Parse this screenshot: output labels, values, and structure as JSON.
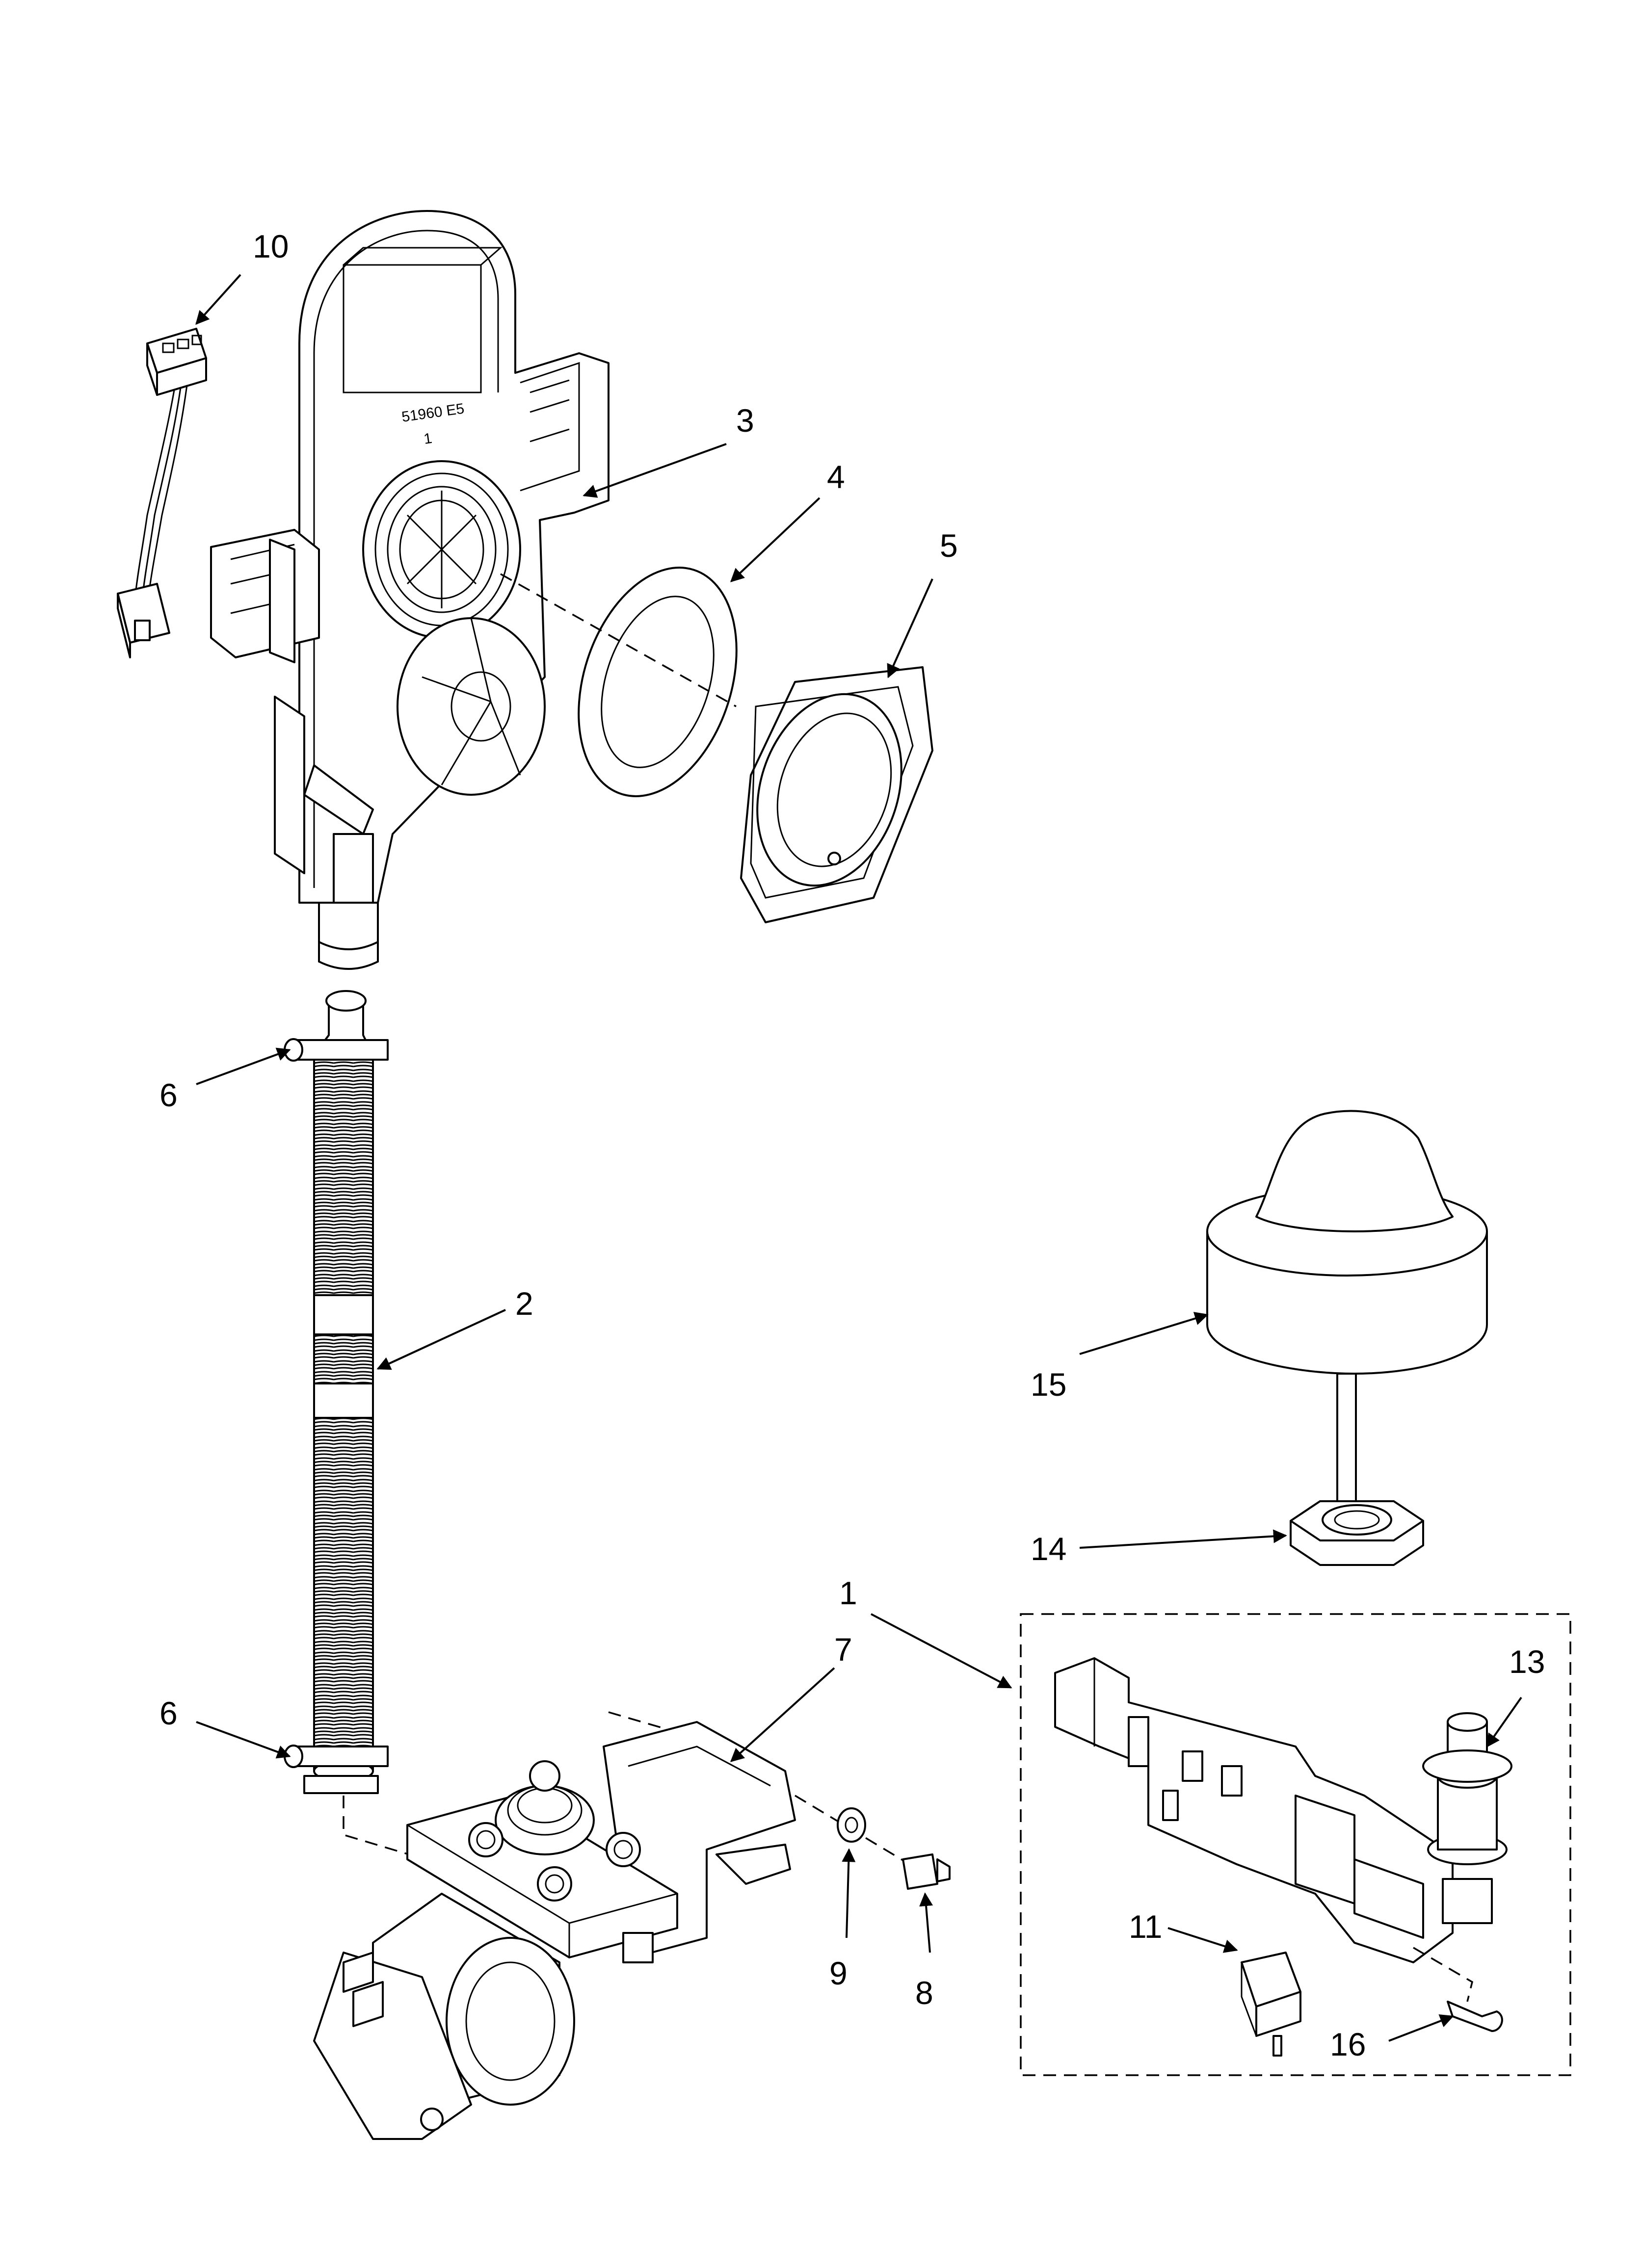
{
  "callouts": [
    {
      "id": "1",
      "label": "1"
    },
    {
      "id": "2",
      "label": "2"
    },
    {
      "id": "3",
      "label": "3"
    },
    {
      "id": "4",
      "label": "4"
    },
    {
      "id": "5",
      "label": "5"
    },
    {
      "id": "6a",
      "label": "6"
    },
    {
      "id": "6b",
      "label": "6"
    },
    {
      "id": "7",
      "label": "7"
    },
    {
      "id": "8",
      "label": "8"
    },
    {
      "id": "9",
      "label": "9"
    },
    {
      "id": "10",
      "label": "10"
    },
    {
      "id": "11",
      "label": "11"
    },
    {
      "id": "13",
      "label": "13"
    },
    {
      "id": "14",
      "label": "14"
    },
    {
      "id": "15",
      "label": "15"
    },
    {
      "id": "16",
      "label": "16"
    }
  ],
  "part_marking": {
    "line1": "51960 E5",
    "line2": "1"
  }
}
